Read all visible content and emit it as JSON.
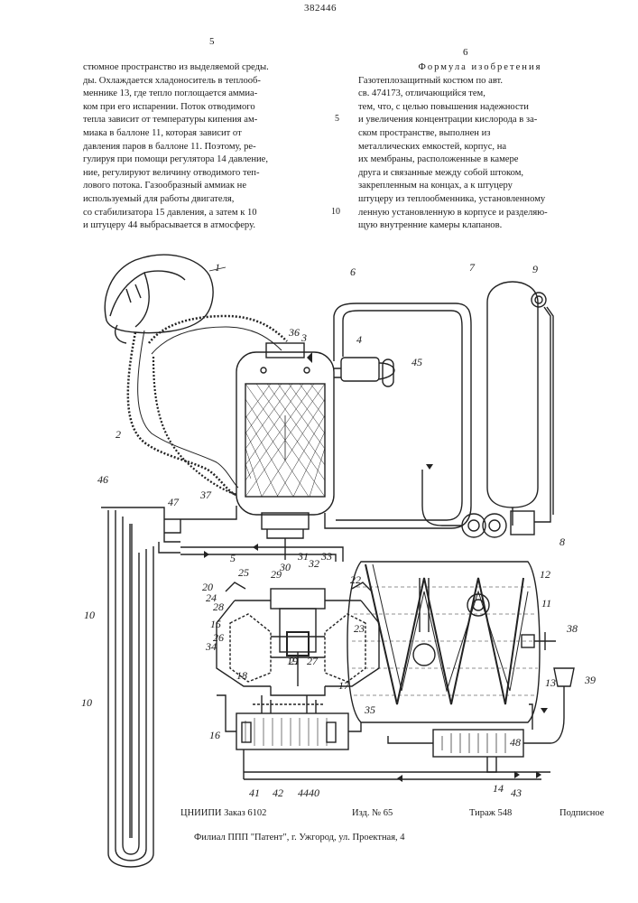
{
  "header": {
    "patent_number": "382446",
    "page_left": "5",
    "page_right": "6"
  },
  "left_column": [
    "стюмное пространство из выделяемой среды.",
    "ды. Охлаждается хладоноситель в теплооб-",
    "меннике 13, где тепло поглощается аммиа-",
    "ком при его испарении. Поток отводимого",
    "тепла зависит от температуры кипения ам-",
    "миака в баллоне 11, которая зависит от",
    "давления паров в баллоне 11. Поэтому, ре-",
    "гулируя при помощи регулятора 14 давление,",
    "ние, регулируют величину отводимого теп-",
    "лового потока. Газообразный аммиак не",
    "используемый для работы двигателя,",
    "со стабилизатора 15 давления, а затем к 10",
    "и штуцеру 44 выбрасывается в атмосферу."
  ],
  "right_column": [
    "Формула изобретения",
    "Газотеплозащитный костюм по авт.",
    "св. 474173, отличающийся тем,",
    "тем, что, с целью повышения надежности",
    "и увеличения концентрации кислорода в за-",
    "ском пространстве, выполнен из",
    "металлических емкостей, корпус, на",
    "их мембраны, расположенные в камере",
    "друга и связанные между собой штоком,",
    "закрепленным на концах, а к штуцеру",
    "штуцеру из теплообменника, установленному",
    "ленную установленную в корпусе и разделяю-",
    "щую внутренние камеры клапанов."
  ],
  "line_numbers": [
    "5",
    "10"
  ],
  "figure_labels": [
    "1",
    "2",
    "3",
    "4",
    "5",
    "6",
    "7",
    "8",
    "9",
    "10",
    "10",
    "11",
    "12",
    "13",
    "14",
    "15",
    "16",
    "17",
    "18",
    "19",
    "20",
    "21",
    "22",
    "23",
    "24",
    "25",
    "26",
    "27",
    "28",
    "29",
    "30",
    "31",
    "32",
    "33",
    "34",
    "35",
    "36",
    "37",
    "38",
    "39",
    "40",
    "41",
    "42",
    "43",
    "44",
    "45",
    "46",
    "47",
    "48",
    "49"
  ],
  "footer": {
    "line1_left": "ЦНИИПИ   Заказ 6102",
    "line1_mid": "Изд. № 65",
    "line1_right": "Тираж 548",
    "line1_end": "Подписное",
    "line2": "Филиал ППП \"Патент\", г. Ужгород, ул. Проектная, 4"
  }
}
